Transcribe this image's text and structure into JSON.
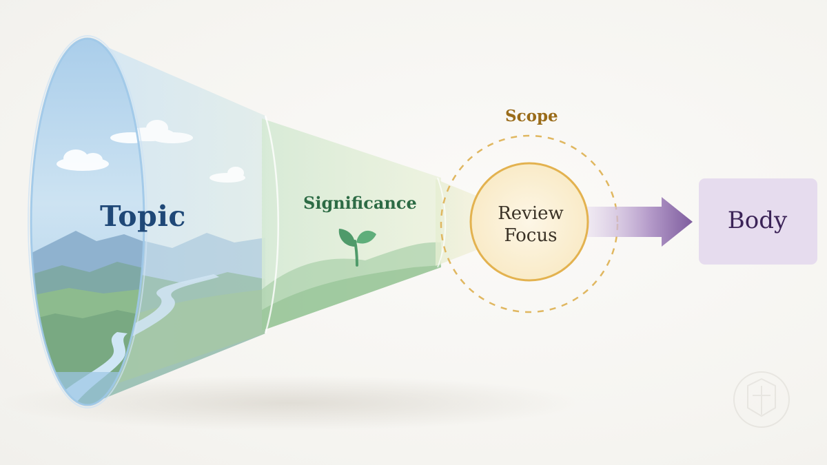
{
  "diagram": {
    "stages": {
      "topic": "Topic",
      "significance": "Significance",
      "scope": "Scope",
      "review_focus_line1": "Review",
      "review_focus_line2": "Focus",
      "body": "Body"
    },
    "colors": {
      "topic_text": "#1f4877",
      "significance_text": "#2d6b45",
      "scope_text": "#9a6c1a",
      "review_focus_text": "#3a3226",
      "body_text": "#3b2357",
      "body_box": "#e6dcee",
      "arrow": "#7e5d9e",
      "focus_ring": "#e3b24f"
    }
  }
}
